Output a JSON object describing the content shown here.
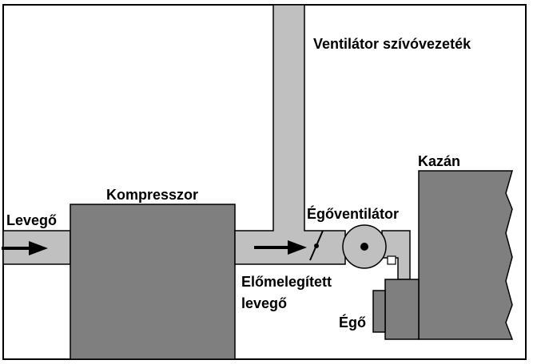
{
  "labels": {
    "air": "Levegő",
    "compressor": "Kompresszor",
    "fan_intake": "Ventilátor szívóvezeték",
    "burner_fan": "Égőventilátor",
    "preheated_line1": "Előmelegített",
    "preheated_line2": "levegő",
    "boiler": "Kazán",
    "burner": "Égő"
  },
  "colors": {
    "duct": "#c0c0c0",
    "equipment": "#7f7f7f",
    "outline": "#000000",
    "background": "#ffffff",
    "arrow": "#000000"
  },
  "icons": {
    "flow_arrow": "right-arrow",
    "damper": "damper-valve",
    "fan": "circular-fan"
  }
}
